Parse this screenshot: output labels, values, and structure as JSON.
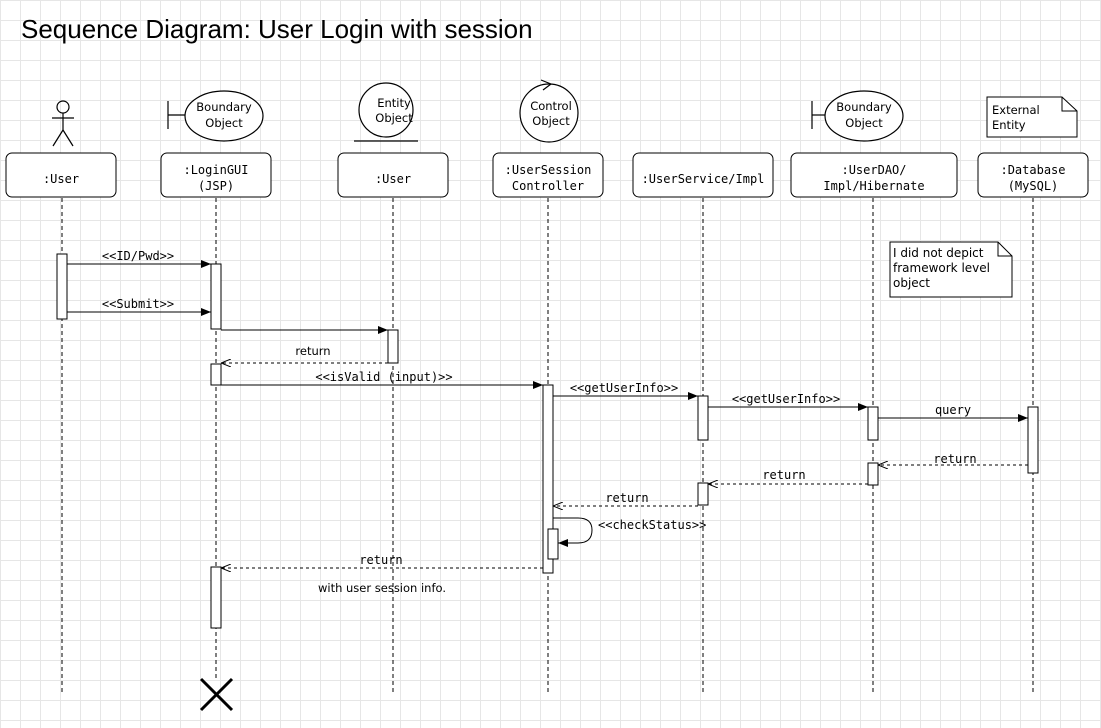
{
  "title": "Sequence Diagram: User Login with session",
  "stereotypes": {
    "boundary_1": [
      "Boundary",
      "Object"
    ],
    "entity": [
      "Entity",
      "Object"
    ],
    "control": [
      "Control",
      "Object"
    ],
    "boundary_2": [
      "Boundary",
      "Object"
    ],
    "external": [
      "External",
      "Entity"
    ]
  },
  "lifelines": [
    {
      "id": "user_actor",
      "lines": [
        ":User"
      ]
    },
    {
      "id": "login_gui",
      "lines": [
        ":LoginGUI",
        "(JSP)"
      ]
    },
    {
      "id": "user_entity",
      "lines": [
        ":User"
      ]
    },
    {
      "id": "session_controller",
      "lines": [
        ":UserSession",
        "Controller"
      ]
    },
    {
      "id": "user_service",
      "lines": [
        ":UserService/Impl"
      ]
    },
    {
      "id": "user_dao",
      "lines": [
        ":UserDAO/",
        "Impl/Hibernate"
      ]
    },
    {
      "id": "database",
      "lines": [
        ":Database",
        "(MySQL)"
      ]
    }
  ],
  "messages": [
    {
      "label": "<<ID/Pwd>>"
    },
    {
      "label": "<<Submit>>"
    },
    {
      "label": ""
    },
    {
      "label": "return"
    },
    {
      "label": "<<isValid (input)>>"
    },
    {
      "label": "<<getUserInfo>>"
    },
    {
      "label": "<<getUserInfo>>"
    },
    {
      "label": "query"
    },
    {
      "label": "return"
    },
    {
      "label": "return"
    },
    {
      "label": "return"
    },
    {
      "label": "<<checkStatus>>"
    },
    {
      "label": "return"
    }
  ],
  "annotations": {
    "session_info": "with user session info."
  },
  "note": [
    "I did not depict",
    "framework level",
    "object"
  ]
}
